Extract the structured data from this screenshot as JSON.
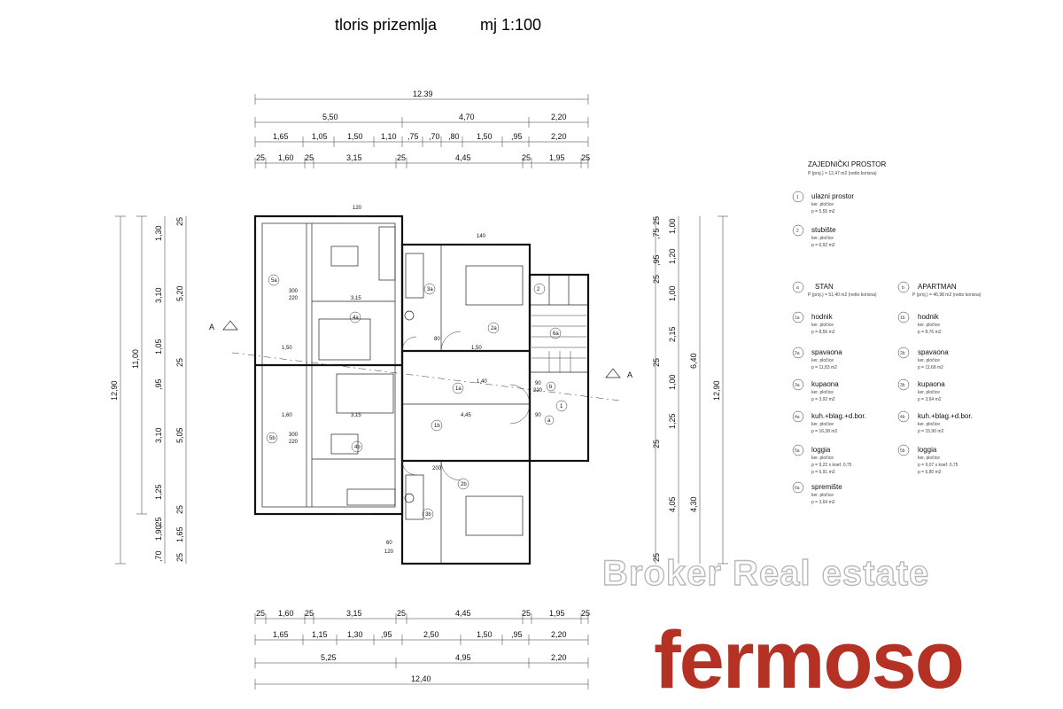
{
  "title": {
    "left": "tloris  prizemlja",
    "scale": "mj  1:100"
  },
  "dims_top": {
    "total": "12.39",
    "row2": [
      "5,50",
      "4,70",
      "2,20"
    ],
    "row3": [
      "1,65",
      "1,05",
      "1,50",
      "1,10",
      ",75",
      ",70",
      ",80",
      "1,50",
      ",95",
      "2,20"
    ],
    "row4": [
      "25",
      "1,60",
      "25",
      "3,15",
      "25",
      "4,45",
      "25",
      "1,95",
      "25"
    ]
  },
  "dims_bottom": {
    "row1": [
      "25",
      "1,60",
      "25",
      "3,15",
      "25",
      "4,45",
      "25",
      "1,95",
      "25"
    ],
    "row2": [
      "1,65",
      "1,15",
      "1,30",
      ",95",
      "2,50",
      "1,50",
      ",95",
      "2,20"
    ],
    "row3": [
      "5,25",
      "4,95",
      "2,20"
    ],
    "total": "12,40"
  },
  "dims_left": {
    "total": "12,90",
    "col2": "11,00",
    "col3": [
      "1,30",
      "3,10",
      "1,05",
      ",95",
      "3,10",
      "1,25",
      "1,90",
      ",25",
      ",70"
    ],
    "col4": [
      "25",
      "5,20",
      "25",
      "5,05",
      "25",
      "1,65",
      "25"
    ]
  },
  "dims_right": {
    "total": "12,90",
    "col2": [
      "6,40",
      "4,30"
    ],
    "col3": [
      "1,00",
      "1,20",
      "1,00",
      "2,15",
      "1,00",
      "1,25",
      "4,05"
    ],
    "col4": [
      "25",
      ",75",
      ",95",
      "25",
      "25",
      "25",
      "25"
    ]
  },
  "section_marks": [
    "A",
    "A"
  ],
  "rooms": [
    "5a",
    "4a",
    "3a",
    "2a",
    "1a",
    "1b",
    "2b",
    "3b",
    "4b",
    "5b",
    "6a",
    "1",
    "2",
    "a",
    "b"
  ],
  "room_dims": [
    "300",
    "220",
    "3,15",
    "1,50",
    "1,50",
    "4,45",
    "1,60",
    "1,40",
    "90",
    "220",
    "60",
    "120",
    "80",
    "200",
    "140",
    "90",
    "120",
    "3,15",
    "300",
    "220"
  ],
  "legend": {
    "common_title": "ZAJEDNIČKI PROSTOR",
    "common_area": "P (proj.) = 12,47 m2  (netto korisna)",
    "common_items": [
      {
        "num": "1",
        "name": "ulazni prostor",
        "floor": "ker. pločice",
        "area": "p = 5,55 m2"
      },
      {
        "num": "2",
        "name": "stubište",
        "floor": "ker. pločice",
        "area": "p = 6,92 m2"
      }
    ],
    "apt_a": {
      "badge": "a",
      "title": "STAN",
      "area": "P (proj.) = 51,40 m2  (netto korisna)"
    },
    "apt_b": {
      "badge": "b",
      "title": "APARTMAN",
      "area": "P (proj.) = 46,98 m2  (netto korisna)"
    },
    "items_a": [
      {
        "num": "1a",
        "name": "hodnik",
        "floor": "ker. pločice",
        "area": "p = 8,56 m2"
      },
      {
        "num": "2a",
        "name": "spavaona",
        "floor": "ker. pločice",
        "area": "p = 11,83 m2"
      },
      {
        "num": "3a",
        "name": "kupaona",
        "floor": "ker. pločice",
        "area": "p = 3,92 m2"
      },
      {
        "num": "4a",
        "name": "kuh.+blag.+d.bor.",
        "floor": "ker. pločice",
        "area": "p = 16,38 m2"
      },
      {
        "num": "5a",
        "name": "loggia",
        "floor": "ker. pločice",
        "area": "p = 9,22 x koef. 0,75",
        "area2": "p = 6,91 m2"
      },
      {
        "num": "6a",
        "name": "spremište",
        "floor": "ker. pločice",
        "area": "p = 3,64 m2"
      }
    ],
    "items_b": [
      {
        "num": "1b",
        "name": "hodnik",
        "floor": "ker. pločice",
        "area": "p = 8,76 m2"
      },
      {
        "num": "2b",
        "name": "spavaona",
        "floor": "ker. pločice",
        "area": "p = 11,68 m2"
      },
      {
        "num": "3b",
        "name": "kupaona",
        "floor": "ker. pločice",
        "area": "p = 3,64 m2"
      },
      {
        "num": "4b",
        "name": "kuh.+blag.+d.bor.",
        "floor": "ker. pločice",
        "area": "p = 15,90 m2"
      },
      {
        "num": "5b",
        "name": "loggia",
        "floor": "ker. pločice",
        "area": "p = 9,07 x koef. 0,75",
        "area2": "p = 6,80 m2"
      }
    ]
  },
  "watermark": "Broker Real estate",
  "logo": "fermoso",
  "colors": {
    "logo": "#b53123",
    "watermark_outline": "#b9b9b9",
    "line": "#111111"
  }
}
